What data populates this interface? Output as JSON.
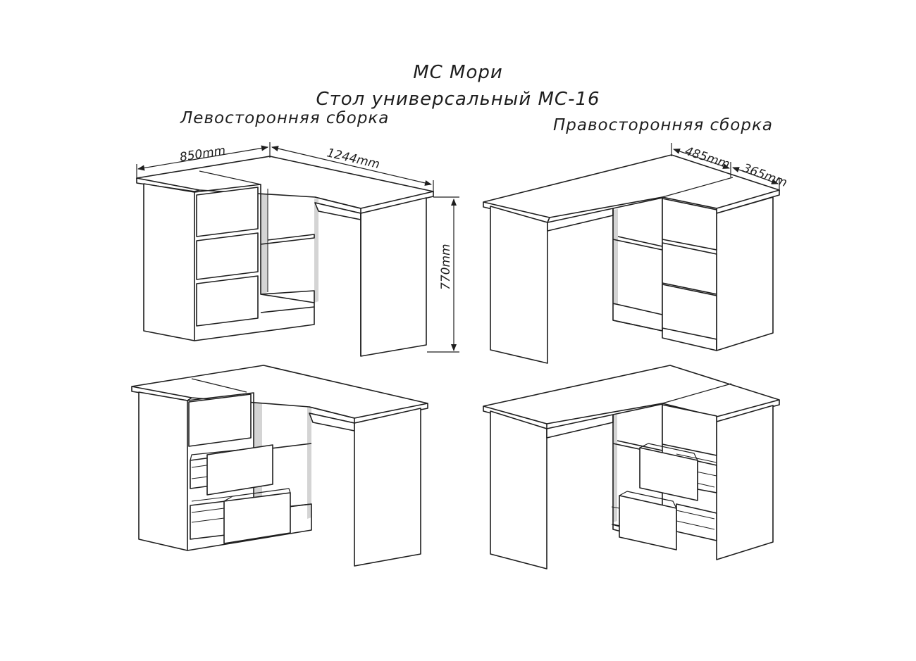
{
  "title": {
    "brand": "МС Мори",
    "product": "Стол универсальный МС-16"
  },
  "captions": {
    "left_assembly": "Левосторонняя сборка",
    "right_assembly": "Правосторонняя сборка"
  },
  "dimensions": {
    "left_depth": "850mm",
    "left_length": "1244mm",
    "height": "770mm",
    "right_width": "485mm",
    "right_depth": "365mm"
  },
  "colors": {
    "line": "#1e1e1e",
    "shade": "#d4d4d4",
    "paper": "#ffffff"
  }
}
